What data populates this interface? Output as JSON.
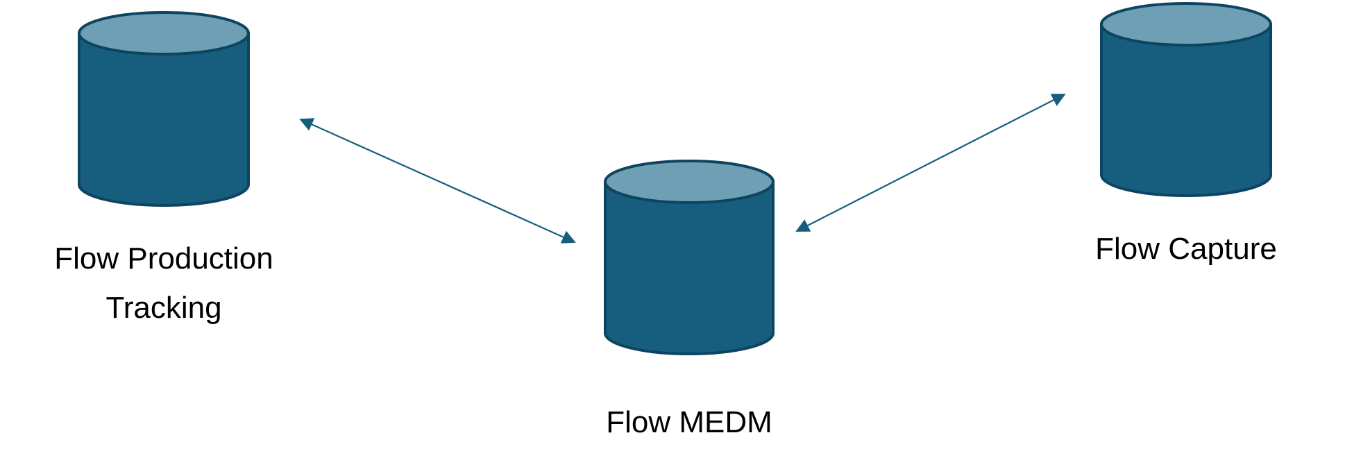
{
  "diagram": {
    "title": "",
    "colors": {
      "cylinder_body": "#175E7E",
      "cylinder_top": "#6F9FB4",
      "cylinder_outline": "#0D4560",
      "connector": "#175E7E",
      "label_text": "#000000",
      "background": "#FFFFFF"
    },
    "nodes": [
      {
        "id": "production-tracking",
        "shape": "database-cylinder",
        "label_lines": [
          "Flow Production",
          "Tracking"
        ]
      },
      {
        "id": "medm",
        "shape": "database-cylinder",
        "label_lines": [
          "Flow MEDM"
        ]
      },
      {
        "id": "capture",
        "shape": "database-cylinder",
        "label_lines": [
          "Flow Capture"
        ]
      }
    ],
    "edges": [
      {
        "from": "production-tracking",
        "to": "medm",
        "direction": "bidirectional"
      },
      {
        "from": "medm",
        "to": "capture",
        "direction": "bidirectional"
      }
    ]
  }
}
